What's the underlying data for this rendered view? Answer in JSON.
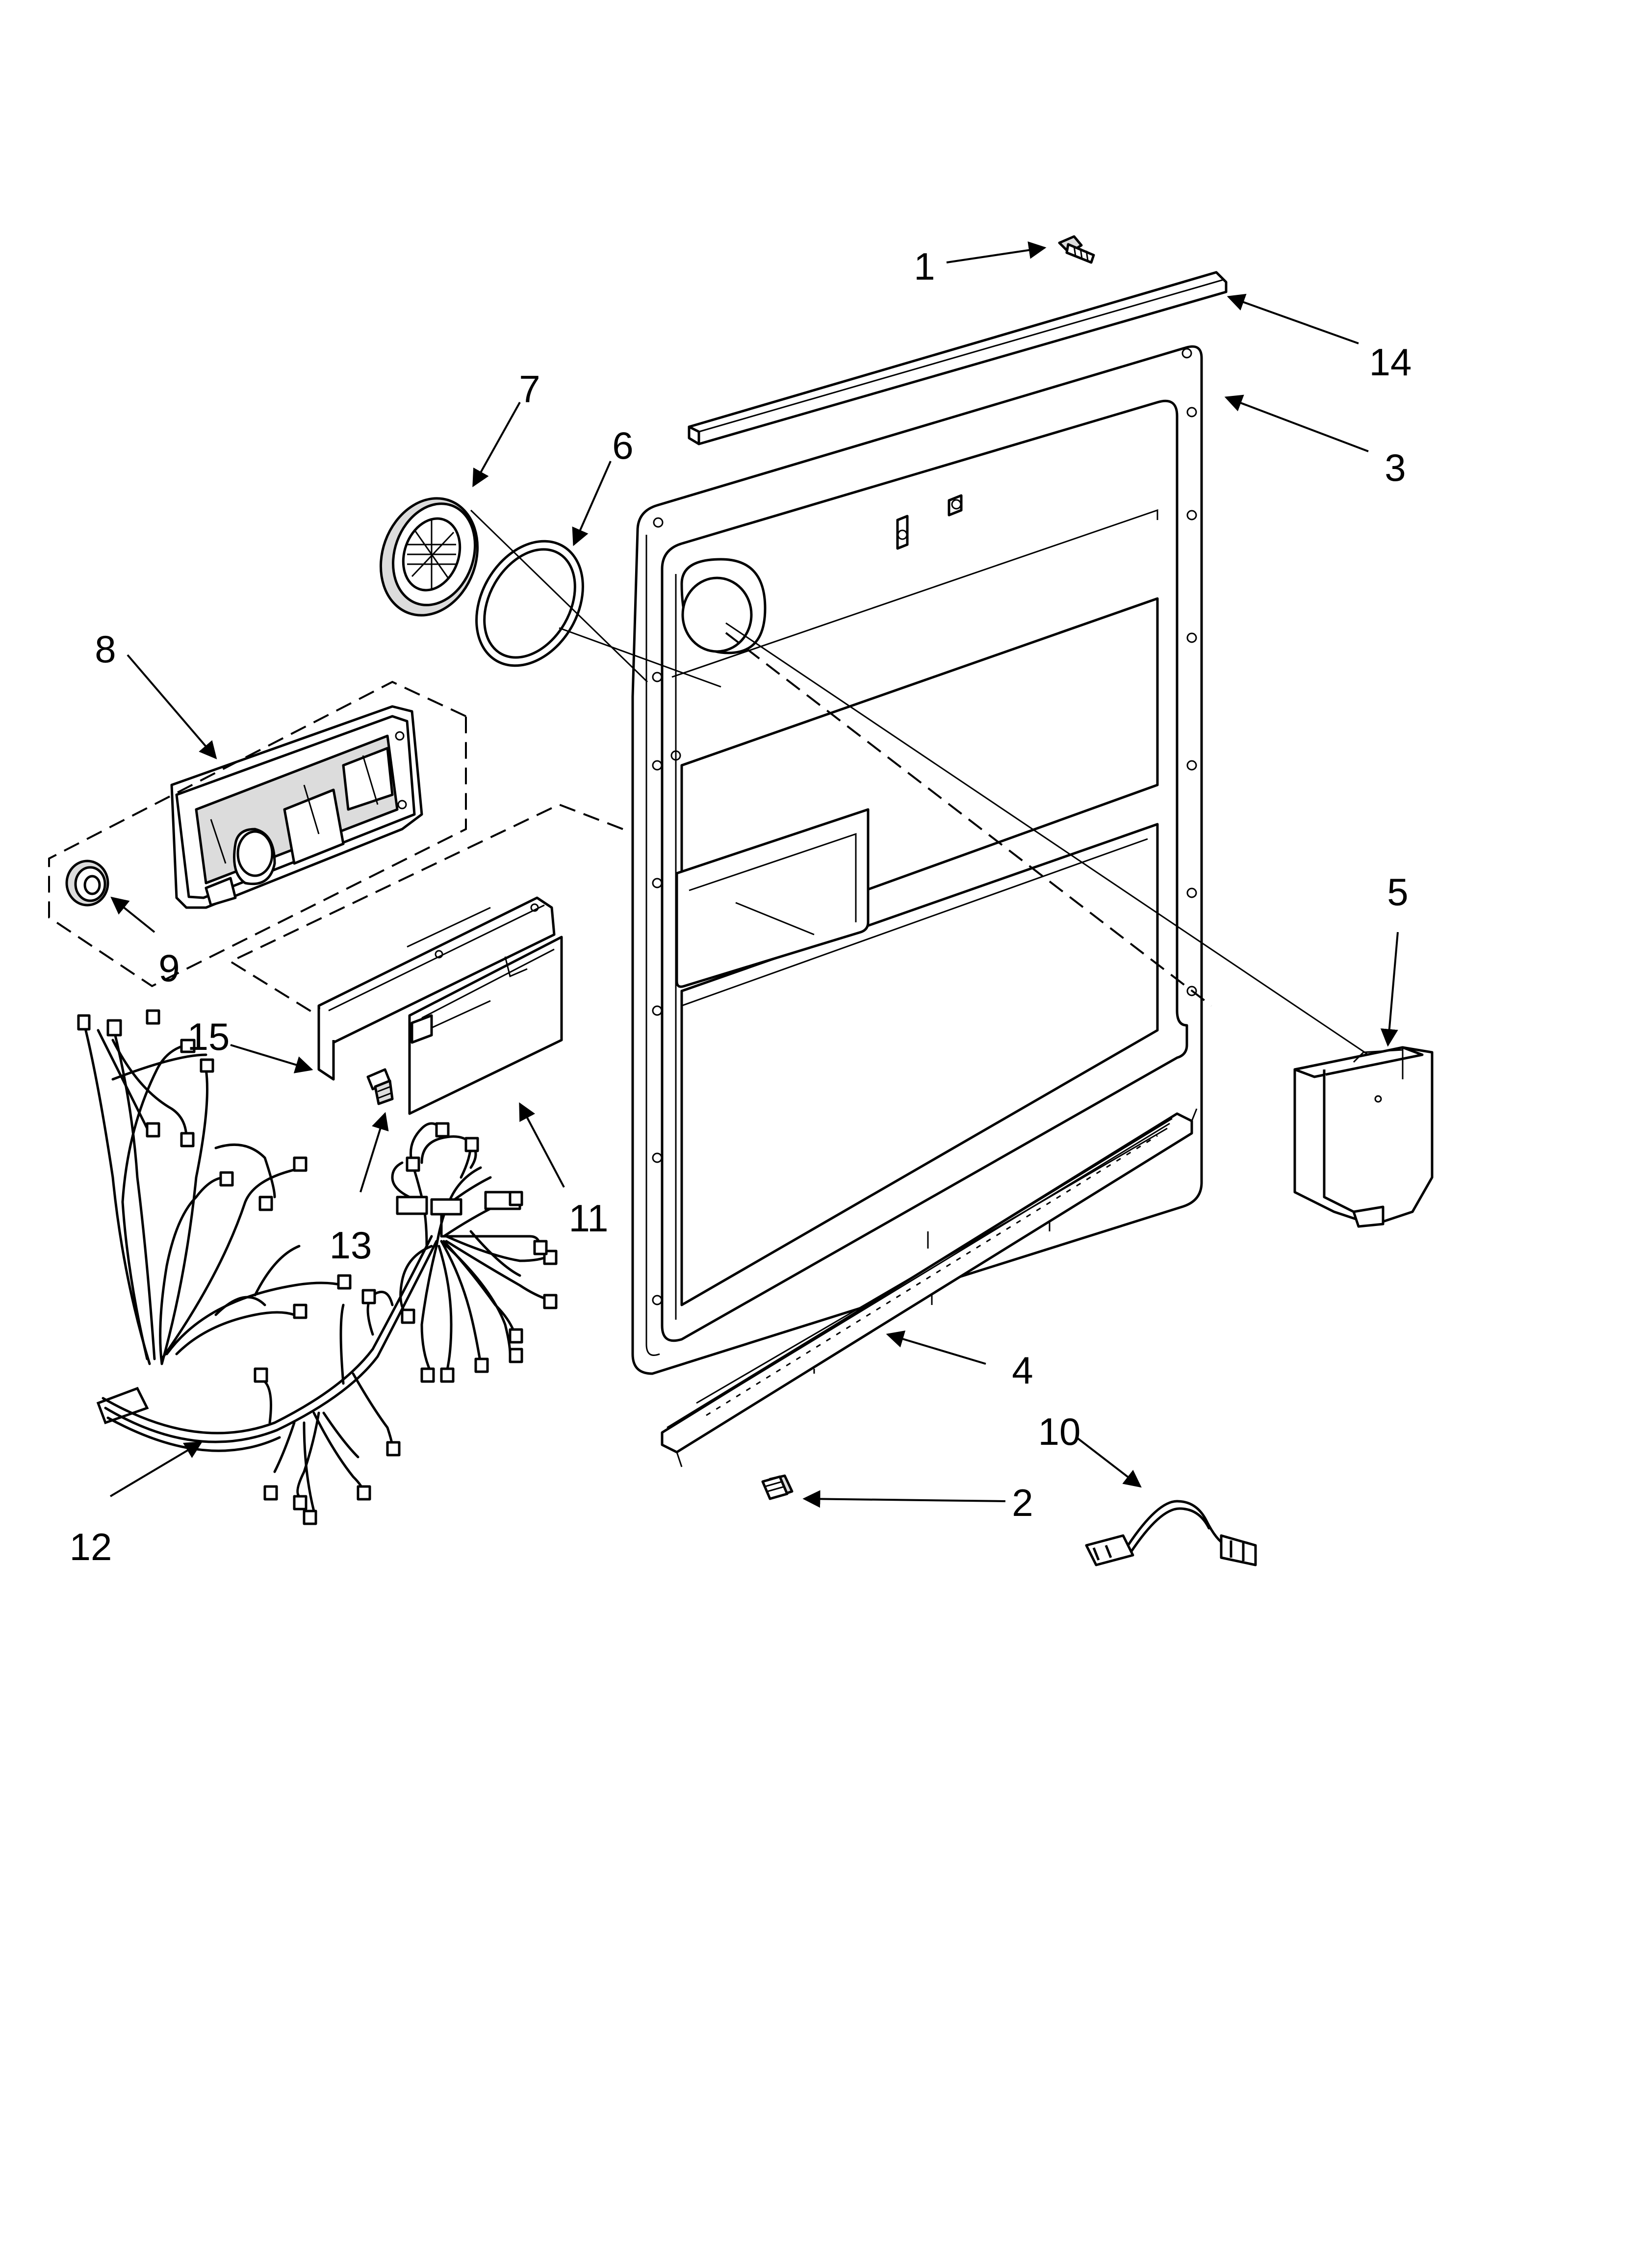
{
  "callouts": [
    {
      "id": "1",
      "text": "1"
    },
    {
      "id": "2",
      "text": "2"
    },
    {
      "id": "3",
      "text": "3"
    },
    {
      "id": "4",
      "text": "4"
    },
    {
      "id": "5",
      "text": "5"
    },
    {
      "id": "6",
      "text": "6"
    },
    {
      "id": "7",
      "text": "7"
    },
    {
      "id": "8",
      "text": "8"
    },
    {
      "id": "9",
      "text": "9"
    },
    {
      "id": "10",
      "text": "10"
    },
    {
      "id": "11",
      "text": "11"
    },
    {
      "id": "12",
      "text": "12"
    },
    {
      "id": "13",
      "text": "13"
    },
    {
      "id": "14",
      "text": "14"
    },
    {
      "id": "15",
      "text": "15"
    }
  ],
  "colors": {
    "ink": "#000000",
    "paper": "#ffffff",
    "shade": "#dcdcdc"
  }
}
